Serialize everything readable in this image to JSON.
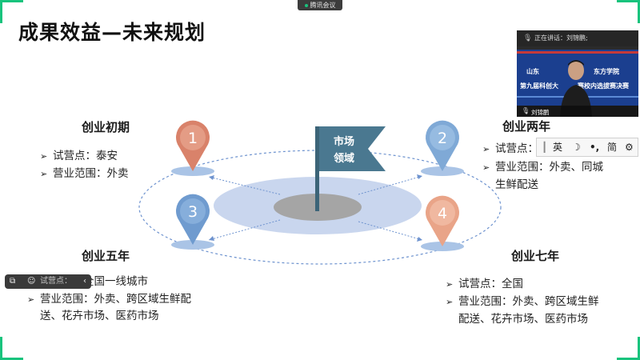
{
  "meeting": {
    "app_name": "腾讯会议"
  },
  "slide": {
    "title": "成果效益—未来规划",
    "center_flag": {
      "line1": "市场",
      "line2": "领域"
    },
    "pins": [
      {
        "number": "1",
        "color": "#d9826a"
      },
      {
        "number": "2",
        "color": "#7fa9d6"
      },
      {
        "number": "3",
        "color": "#6f9bcf"
      },
      {
        "number": "4",
        "color": "#e9a488"
      }
    ],
    "phases": {
      "p1": {
        "title": "创业初期",
        "bullets": [
          "试营点：泰安",
          "营业范围：外卖"
        ]
      },
      "p2": {
        "title": "创业两年",
        "bullet1": "试营点：",
        "bullet2a": "营业范围：外卖、同城",
        "bullet2b": "生鲜配送"
      },
      "p3": {
        "title": "创业五年",
        "bullet1": "试营点：全国一线城市",
        "bullet2a": "营业范围：外卖、跨区域生鲜配",
        "bullet2b": "送、花卉市场、医药市场"
      },
      "p4": {
        "title": "创业七年",
        "bullet1": "试营点：全国",
        "bullet2a": "营业范围：外卖、跨区域生鲜",
        "bullet2b": "配送、花卉市场、医药市场"
      }
    }
  },
  "video": {
    "speaking_label": "正在讲话：刘锦鹏;",
    "banner_line1": "山东",
    "banner_line1b": "东方学院",
    "banner_line2": "第九届科创大",
    "banner_line2b": "赛校内选拔赛决赛",
    "participant_name": "刘锦鹏"
  },
  "ime": {
    "lang": "英",
    "moon": "☽",
    "punct": "•,",
    "mode": "简"
  },
  "toolbar": {
    "label": "试营点："
  }
}
